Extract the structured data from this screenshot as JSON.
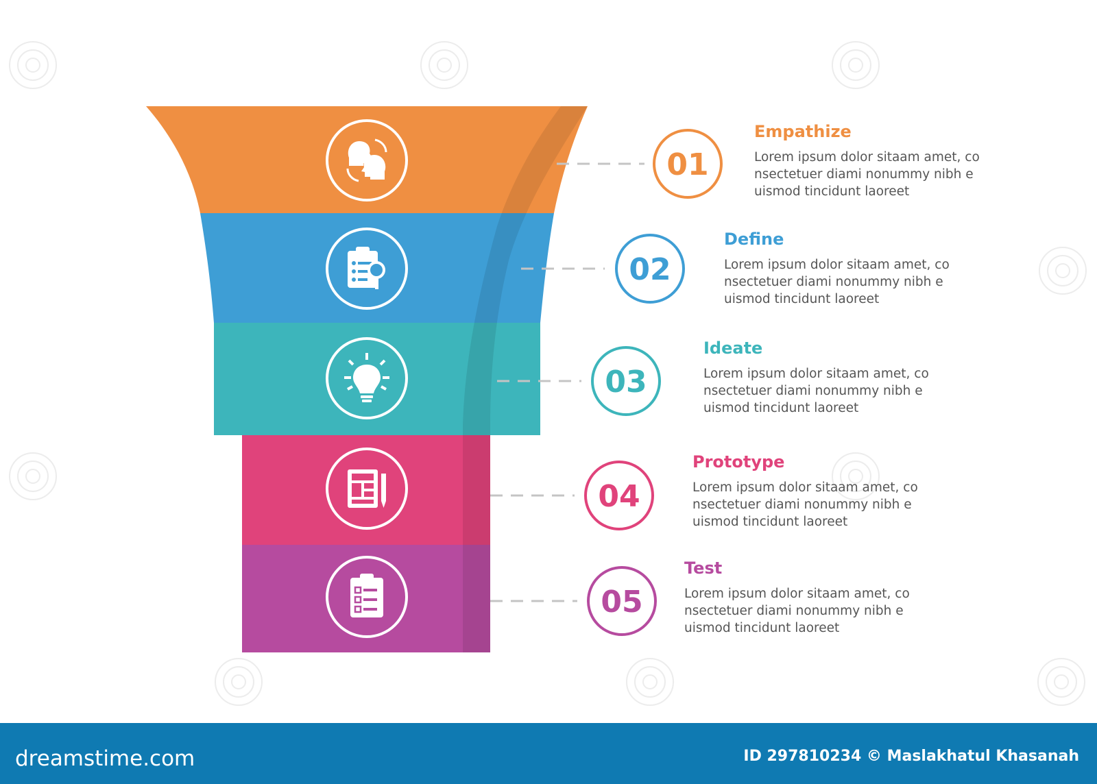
{
  "steps": [
    {
      "number": "01",
      "title": "Empathize",
      "icon": "head-exchange-icon",
      "color": "#ef8f42",
      "body": [
        "Lorem ipsum dolor sitaam amet, co",
        "nsectetuer diami nonummy  nibh e",
        "uismod tincidunt laoreet"
      ]
    },
    {
      "number": "02",
      "title": "Define",
      "icon": "clipboard-magnifier-icon",
      "color": "#3e9ed5",
      "body": [
        "Lorem ipsum dolor sitaam amet, co",
        "nsectetuer diami nonummy  nibh e",
        "uismod tincidunt laoreet"
      ]
    },
    {
      "number": "03",
      "title": "Ideate",
      "icon": "lightbulb-icon",
      "color": "#3db5bb",
      "body": [
        "Lorem ipsum dolor sitaam amet, co",
        "nsectetuer diami nonummy  nibh e",
        "uismod tincidunt laoreet"
      ]
    },
    {
      "number": "04",
      "title": "Prototype",
      "icon": "blueprint-pencil-icon",
      "color": "#e0437b",
      "body": [
        "Lorem ipsum dolor sitaam amet, co",
        "nsectetuer diami nonummy  nibh e",
        "uismod tincidunt laoreet"
      ]
    },
    {
      "number": "05",
      "title": "Test",
      "icon": "checklist-icon",
      "color": "#b64b9f",
      "body": [
        "Lorem ipsum dolor sitaam amet, co",
        "nsectetuer diami nonummy  nibh e",
        "uismod tincidunt laoreet"
      ]
    }
  ],
  "footer": {
    "brand": "dreamstime.com",
    "credit": "ID 297810234 © Maslakhatul Khasanah",
    "background": "#0f7ab2"
  },
  "watermark": "dreamstime"
}
